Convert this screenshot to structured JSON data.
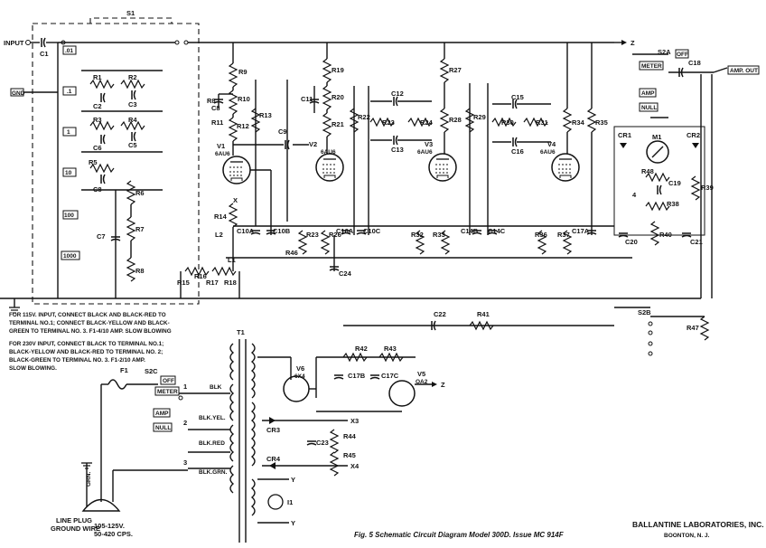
{
  "switch_s1": "S1",
  "terminals": {
    "input": "INPUT",
    "gnd": "GND",
    "range_01": ".01",
    "range_1": ".1",
    "range_1b": "1",
    "range_10": "10",
    "range_100": "100",
    "range_1000": "1000",
    "z_top": "Z",
    "z_psu": "Z",
    "amp_out": "AMP. OUT",
    "x_label": "X",
    "y_label": "Y",
    "x3": "X3",
    "x4": "X4"
  },
  "switch_s2a": {
    "name": "S2A",
    "off": "OFF",
    "meter": "METER",
    "amp": "AMP",
    "null": "NULL"
  },
  "switch_s2b": {
    "name": "S2B"
  },
  "switch_s2c": {
    "name": "S2C",
    "off": "OFF",
    "meter": "METER",
    "amp": "AMP",
    "null": "NULL"
  },
  "tubes": [
    {
      "name": "V1",
      "type": "6AU6"
    },
    {
      "name": "V2",
      "type": "6AU6"
    },
    {
      "name": "V3",
      "type": "6AU6"
    },
    {
      "name": "V4",
      "type": "6AU6"
    },
    {
      "name": "V5",
      "type": "OA2"
    },
    {
      "name": "V6",
      "type": "6X4"
    }
  ],
  "components": {
    "resistors": [
      "R1",
      "R2",
      "R3",
      "R4",
      "R5",
      "R6",
      "R7",
      "R8",
      "R9",
      "R10",
      "R11",
      "R12",
      "R13",
      "R14",
      "R15",
      "R16",
      "R17",
      "R18",
      "R19",
      "R20",
      "R21",
      "R22",
      "R23",
      "R24",
      "R25",
      "R26",
      "R27",
      "R28",
      "R29",
      "R30",
      "R31",
      "R32",
      "R33",
      "R34",
      "R35",
      "R36",
      "R37",
      "R38",
      "R39",
      "R40",
      "R41",
      "R42",
      "R43",
      "R44",
      "R45",
      "R46",
      "R47",
      "R48"
    ],
    "capacitors": [
      "C1",
      "C2",
      "C3",
      "C5",
      "C6",
      "C7",
      "C8",
      "C9",
      "C11",
      "C12",
      "C13",
      "C15",
      "C16",
      "C18",
      "C19",
      "C20",
      "C21",
      "C22",
      "C23",
      "C24",
      "C10A",
      "C10B",
      "C10C",
      "C14A",
      "C14B",
      "C14C",
      "C17A",
      "C17B",
      "C17C"
    ],
    "diodes": [
      "CR1",
      "CR2",
      "CR3",
      "CR4"
    ],
    "meter": "M1",
    "lamp": "I1",
    "transformer": "T1",
    "fuse": "F1",
    "inductors": [
      "L1",
      "L2"
    ]
  },
  "wire_labels": {
    "blk": "BLK",
    "blk_yel": "BLK.YEL.",
    "blk_red": "BLK.RED",
    "blk_grn": "BLK.GRN.",
    "grn": "GRN."
  },
  "terminal_nos": [
    "1",
    "2",
    "3"
  ],
  "line_plug": {
    "label1": "LINE PLUG",
    "label2": "GROUND WIRE",
    "spec1": "105-125V.",
    "spec2": "50-420 CPS."
  },
  "notes": {
    "n115": [
      "FOR 115V. INPUT, CONNECT BLACK AND BLACK-RED TO",
      "TERMINAL NO.1; CONNECT BLACK-YELLOW AND BLACK-",
      "GREEN TO TERMINAL NO. 3.  F1-4/10 AMP. SLOW BLOWING"
    ],
    "n230": [
      "FOR 230V INPUT, CONNECT BLACK TO TERMINAL NO.1;",
      "BLACK-YELLOW AND BLACK-RED TO TERMINAL NO. 2;",
      "BLACK-GREEN TO TERMINAL NO. 3.  F1-2/10 AMP.",
      "SLOW BLOWING."
    ]
  },
  "caption": "Fig. 5   Schematic Circuit Diagram Model 300D.  Issue MC 914F",
  "manufacturer": {
    "name": "BALLANTINE LABORATORIES, INC.",
    "location": "BOONTON, N. J."
  }
}
